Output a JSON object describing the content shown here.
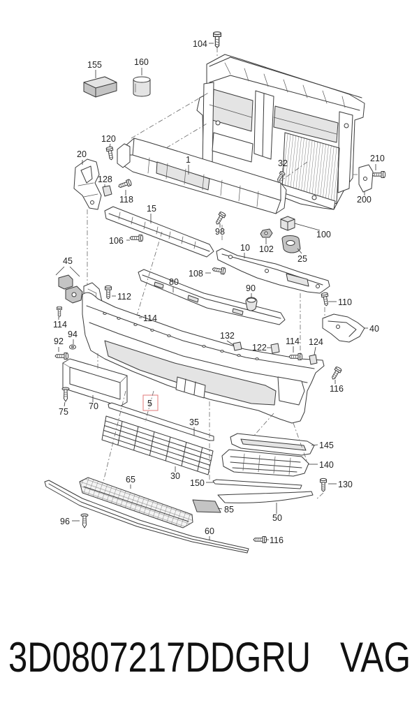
{
  "callouts": [
    "104",
    "155",
    "160",
    "120",
    "20",
    "1",
    "32",
    "210",
    "128",
    "118",
    "200",
    "15",
    "98",
    "100",
    "106",
    "10",
    "102",
    "25",
    "45",
    "108",
    "80",
    "90",
    "112",
    "110",
    "114",
    "114",
    "40",
    "132",
    "92",
    "94",
    "122",
    "114",
    "124",
    "116",
    "70",
    "75",
    "35",
    "145",
    "30",
    "140",
    "65",
    "150",
    "130",
    "85",
    "50",
    "96",
    "60",
    "116"
  ],
  "highlighted_callout": "5",
  "colors": {
    "line": "#3a3a3a",
    "highlight": "#e07a7a"
  },
  "footer": {
    "part_number": "3D0807217DDGRU",
    "brand": "VAG"
  }
}
